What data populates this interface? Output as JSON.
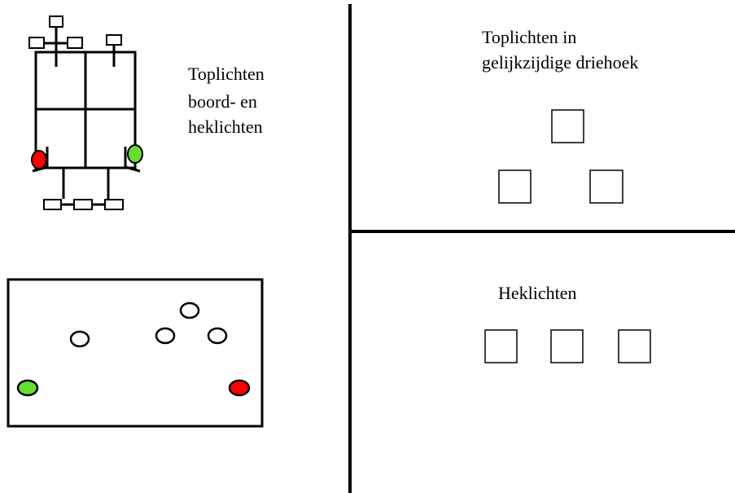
{
  "labels": {
    "topleft_line1": "Toplichten",
    "topleft_line2": "boord- en",
    "topleft_line3": "heklichten",
    "topright_line1": "Toplichten in",
    "topright_line2": "gelijkzijdige driehoek",
    "bottomright": "Heklichten"
  },
  "colors": {
    "line": "#000000",
    "red_light": "#ff0000",
    "green_light": "#66dd33",
    "white_light": "#ffffff"
  }
}
